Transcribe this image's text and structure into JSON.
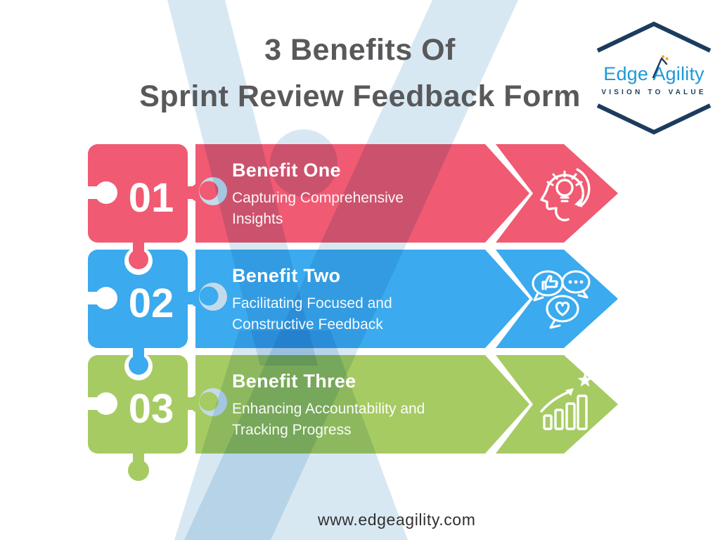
{
  "title": {
    "line1": "3 Benefits Of",
    "line2": "Sprint Review Feedback Form"
  },
  "logo": {
    "name": "Edge Agility",
    "tagline": "VISION TO VALUE"
  },
  "benefits": [
    {
      "number": "01",
      "heading": "Benefit One",
      "description": "Capturing Comprehensive Insights",
      "color": "#F05A72",
      "icon": "head-lightbulb-icon"
    },
    {
      "number": "02",
      "heading": "Benefit Two",
      "description": "Facilitating Focused and Constructive Feedback",
      "color": "#3BAAEE",
      "icon": "feedback-bubbles-icon"
    },
    {
      "number": "03",
      "heading": "Benefit Three",
      "description": "Enhancing Accountability and Tracking Progress",
      "color": "#A6CB63",
      "icon": "growth-chart-star-icon"
    }
  ],
  "footer": {
    "website": "www.edgeagility.com"
  },
  "colors": {
    "benefit1": "#F05A72",
    "benefit2": "#3BAAEE",
    "benefit3": "#A6CB63",
    "background_shape": "#D8E8F3",
    "crescent": "#C3DAEB",
    "title_text": "#58595B",
    "logo_blue": "#1D9AD7",
    "logo_navy": "#1C3C5E",
    "accent_orange": "#F5A623",
    "footer_text": "#303030"
  }
}
